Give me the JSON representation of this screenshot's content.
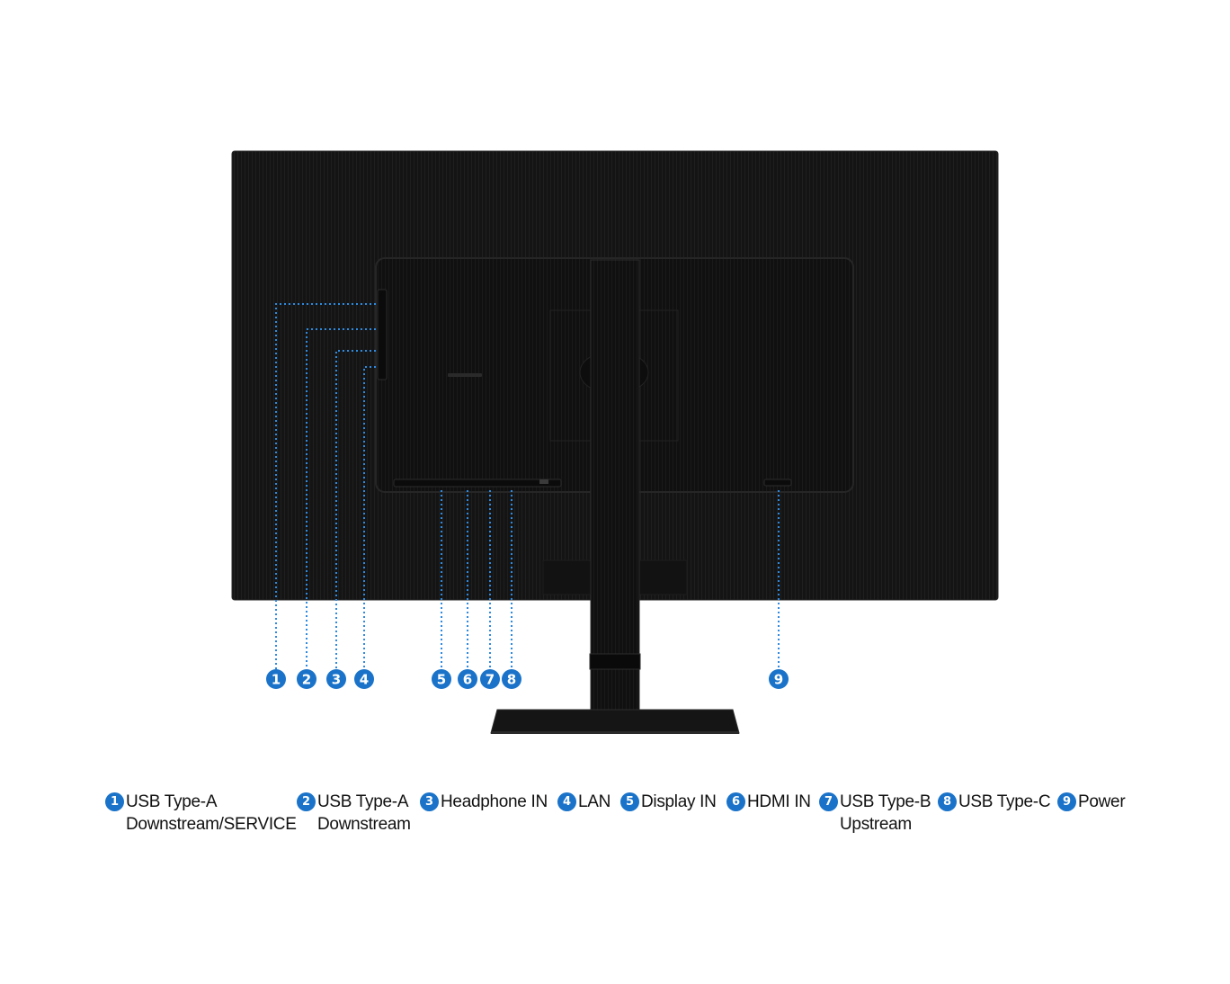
{
  "colors": {
    "badge": "#1a73c9",
    "leader_line": "#2d8ae0",
    "monitor": "#161616",
    "panel": "#111111"
  },
  "markers": [
    {
      "num": "1"
    },
    {
      "num": "2"
    },
    {
      "num": "3"
    },
    {
      "num": "4"
    },
    {
      "num": "5"
    },
    {
      "num": "6"
    },
    {
      "num": "7"
    },
    {
      "num": "8"
    },
    {
      "num": "9"
    }
  ],
  "legend": [
    {
      "num": "1",
      "line1": "USB Type-A",
      "line2": "Downstream/SERVICE"
    },
    {
      "num": "2",
      "line1": "USB Type-A",
      "line2": "Downstream"
    },
    {
      "num": "3",
      "line1": "Headphone IN",
      "line2": ""
    },
    {
      "num": "4",
      "line1": "LAN",
      "line2": ""
    },
    {
      "num": "5",
      "line1": "Display IN",
      "line2": ""
    },
    {
      "num": "6",
      "line1": "HDMI IN",
      "line2": ""
    },
    {
      "num": "7",
      "line1": "USB Type-B",
      "line2": "Upstream"
    },
    {
      "num": "8",
      "line1": "USB Type-C",
      "line2": ""
    },
    {
      "num": "9",
      "line1": "Power",
      "line2": ""
    }
  ]
}
